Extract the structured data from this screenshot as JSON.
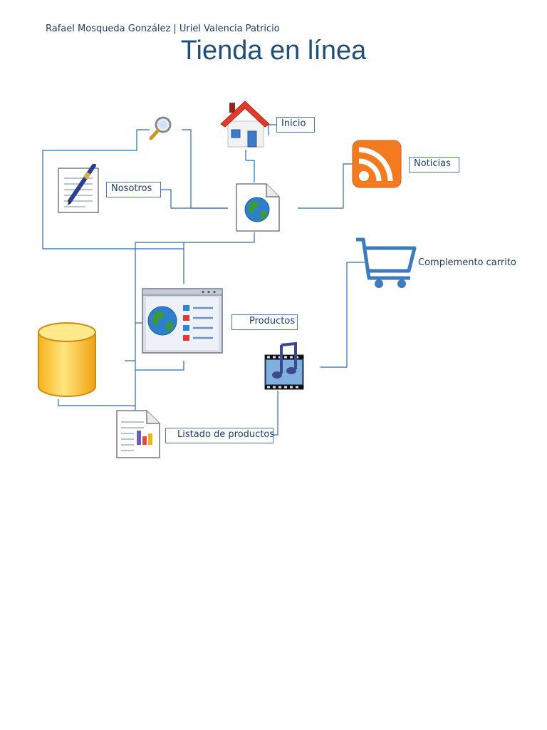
{
  "header": {
    "authors": "Rafael Mosqueda González | Uriel Valencia Patricio",
    "title": "Tienda en línea"
  },
  "nodes": {
    "inicio": "Inicio",
    "noticias": "Noticias",
    "nosotros": "Nosotros",
    "productos": "Productos",
    "complemento_carrito": "Complemento carrito",
    "listado_productos": "Listado de productos"
  },
  "icons": [
    "search-icon",
    "home-icon",
    "document-pen-icon",
    "rss-icon",
    "web-page-icon",
    "shopping-cart-icon",
    "database-icon",
    "browser-window-icon",
    "music-video-icon",
    "report-icon"
  ],
  "colors": {
    "line": "#2e6cb5",
    "label_border": "#4a7ab5",
    "title": "#1f4e79",
    "text": "#1f3a6e"
  }
}
